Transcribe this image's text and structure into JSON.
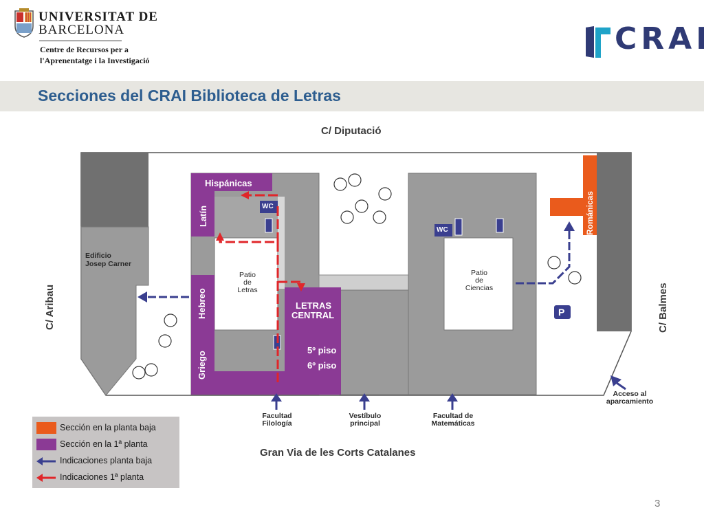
{
  "header": {
    "university_line1": "UNIVERSITAT DE",
    "university_line2": "BARCELONA",
    "unit_line1": "Centre de Recursos per a",
    "unit_line2": "l'Aprenentatge i la Investigació",
    "crai_logo": "CRAI",
    "logo_icon": "ub-shield-icon",
    "crai_icon": "crai-logo-icon"
  },
  "title": "Secciones del CRAI Biblioteca de Letras",
  "streets": {
    "top": "C/ Diputació",
    "left": "C/ Aribau",
    "right": "C/ Balmes",
    "bottom": "Gran Via de les Corts Catalanes"
  },
  "buildings": {
    "carner_line1": "Edificio",
    "carner_line2": "Josep Carner",
    "patio_letras": [
      "Patio",
      "de",
      "Letras"
    ],
    "patio_ciencias": [
      "Patio",
      "de",
      "Ciencias"
    ],
    "wc": "WC",
    "parking": "P"
  },
  "sections": {
    "hispanicas": "Hispánicas",
    "latin": "Latín",
    "hebreo": "Hebreo",
    "griego": "Griego",
    "letras_central_1": "LETRAS",
    "letras_central_2": "CENTRAL",
    "piso5": "5º piso",
    "piso6": "6º piso",
    "romanicas": "Románicas"
  },
  "entrances": {
    "filologia": [
      "Facultad",
      "Filología"
    ],
    "vestibulo": [
      "Vestíbulo",
      "principal"
    ],
    "matematicas": [
      "Facultad de",
      "Matemáticas"
    ],
    "aparcamiento": [
      "Acceso al",
      "aparcamiento"
    ]
  },
  "legend": [
    {
      "label": "Sección en la planta baja",
      "color": "#ea5b1c",
      "kind": "swatch"
    },
    {
      "label": "Sección en la 1ª planta",
      "color": "#8b3a95",
      "kind": "swatch"
    },
    {
      "label": "Indicaciones planta baja",
      "color": "#3a3f8f",
      "kind": "arrow"
    },
    {
      "label": "Indicaciones 1ª planta",
      "color": "#e0262a",
      "kind": "arrow"
    }
  ],
  "colors": {
    "ground_floor": "#ea5b1c",
    "first_floor": "#8b3a95",
    "arrow_ground": "#3a3f8f",
    "arrow_first": "#e0262a",
    "building": "#9a9a9a",
    "title": "#2d5d8f"
  },
  "page_number": "3"
}
